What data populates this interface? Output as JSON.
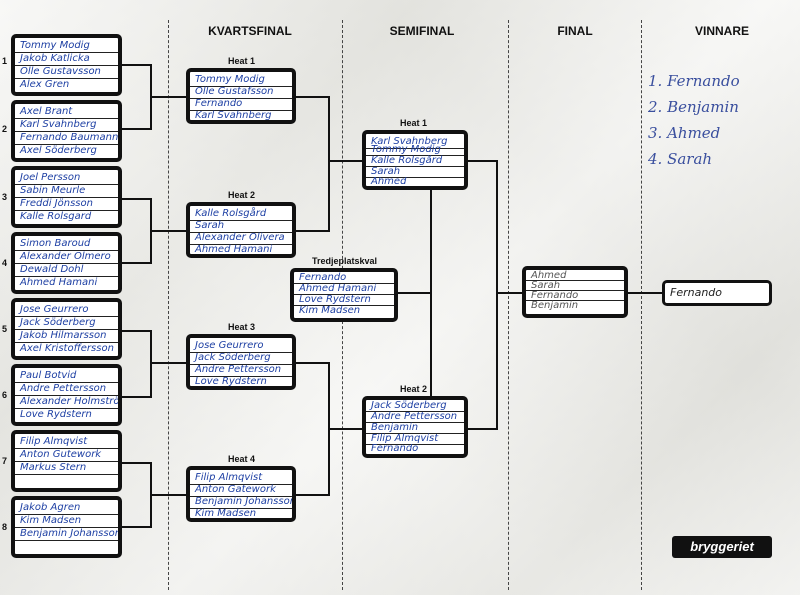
{
  "columns": {
    "quarterfinal": "KVARTSFINAL",
    "semifinal": "SEMIFINAL",
    "final": "FINAL",
    "winner": "VINNARE"
  },
  "groups": [
    {
      "number": "1",
      "names": [
        "Tommy Modig",
        "Jakob Katlicka",
        "Olle Gustavsson",
        "Alex Gren"
      ]
    },
    {
      "number": "2",
      "names": [
        "Axel Brant",
        "Karl Svahnberg",
        "Fernando Baumann",
        "Axel Söderberg"
      ]
    },
    {
      "number": "3",
      "names": [
        "Joel Persson",
        "Sabin Meurle",
        "Freddi Jönsson",
        "Kalle Rolsgard"
      ]
    },
    {
      "number": "4",
      "names": [
        "Simon Baroud",
        "Alexander Olmero",
        "Dewald Dohl",
        "Ahmed Hamani"
      ]
    },
    {
      "number": "5",
      "names": [
        "Jose Geurrero",
        "Jack Söderberg",
        "Jakob Hilmarsson",
        "Axel Kristoffersson"
      ]
    },
    {
      "number": "6",
      "names": [
        "Paul Botvid",
        "Andre Pettersson",
        "Alexander Holmström",
        "Love Rydstern"
      ]
    },
    {
      "number": "7",
      "names": [
        "Filip Almqvist",
        "Anton Gutework",
        "Markus Stern",
        ""
      ]
    },
    {
      "number": "8",
      "names": [
        "Jakob Agren",
        "Kim Madsen",
        "Benjamin Johansson",
        ""
      ]
    }
  ],
  "quarterfinals": [
    {
      "heat": "Heat 1",
      "names": [
        "Tommy Modig",
        "Olle Gustafsson",
        "Fernando",
        "Karl Svahnberg"
      ]
    },
    {
      "heat": "Heat 2",
      "names": [
        "Kalle Rolsgård",
        "Sarah",
        "Alexander Olivera",
        "Ahmed Hamani"
      ]
    },
    {
      "heat": "Heat 3",
      "names": [
        "Jose Geurrero",
        "Jack Söderberg",
        "Andre Pettersson",
        "Love Rydstern"
      ]
    },
    {
      "heat": "Heat 4",
      "names": [
        "Filip Almqvist",
        "Anton Gatework",
        "Benjamin Johansson",
        "Kim Madsen"
      ]
    }
  ],
  "semifinals": [
    {
      "heat": "Heat 1",
      "names": [
        "Karl Svahnberg",
        "Tommy Modig",
        "Kalle Rolsgård",
        "Sarah",
        "Ahmed"
      ]
    },
    {
      "heat": "Heat 2",
      "names": [
        "Jack Söderberg",
        "Andre Pettersson",
        "Benjamin",
        "Filip Almqvist",
        "Fernando"
      ]
    }
  ],
  "third_place": {
    "label": "Tredjeplatskval",
    "names": [
      "Fernando",
      "Ahmed Hamani",
      "Love Rydstern",
      "Kim Madsen"
    ]
  },
  "final_names": [
    "Ahmed",
    "Sarah",
    "Fernando",
    "Benjamin"
  ],
  "winner_name": "Fernando",
  "ranking": [
    "1. Fernando",
    "2. Benjamin",
    "3. Ahmed",
    "4. Sarah"
  ],
  "logo_text": "bryggeriet"
}
